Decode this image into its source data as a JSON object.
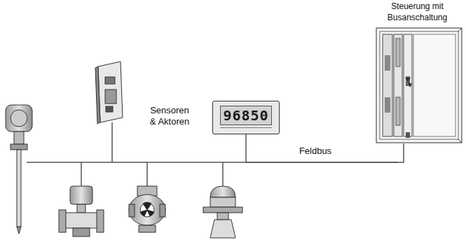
{
  "diagram": {
    "nodes": [
      {
        "text": [
          "Steuerung mit Busanschaltung"
        ]
      },
      {
        "text": [
          "96850"
        ]
      }
    ],
    "edges": [
      {
        "from": 1,
        "to": 0,
        "arrow": "none"
      }
    ],
    "labels": [
      "Sensoren & Aktoren",
      "Feldbus"
    ]
  }
}
